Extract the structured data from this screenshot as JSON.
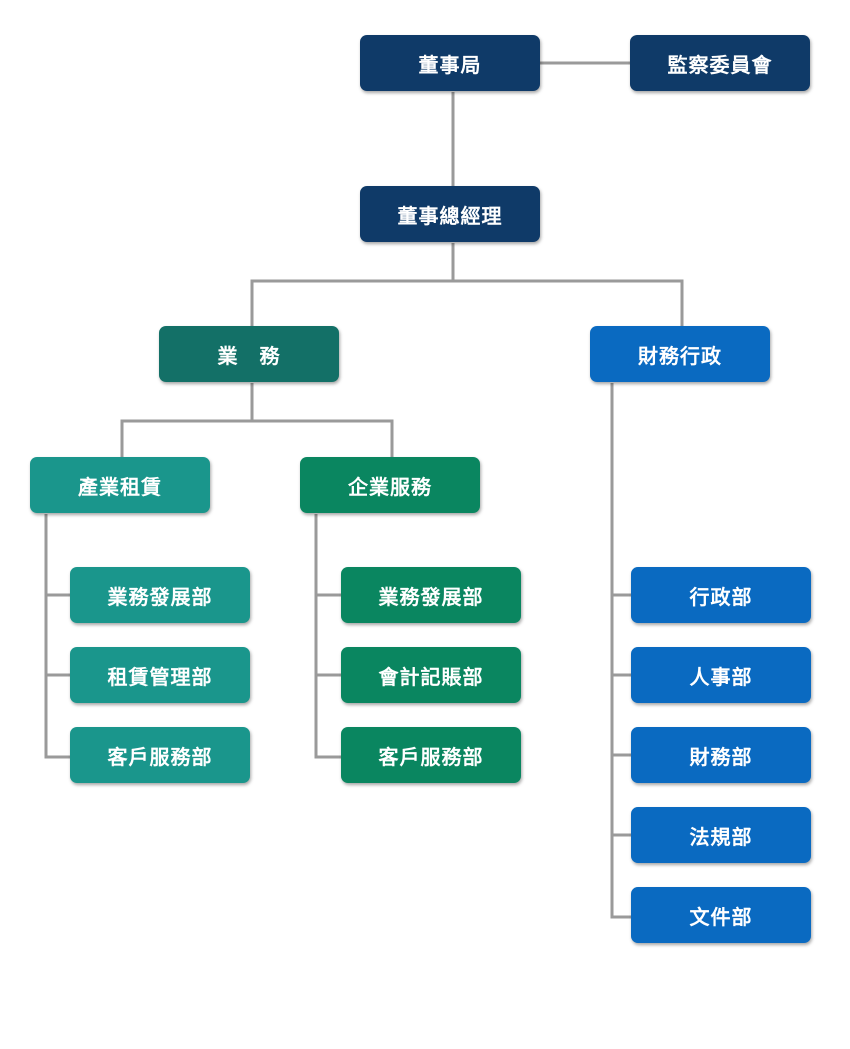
{
  "colors": {
    "navy": "#0f3a68",
    "dark_teal": "#137067",
    "teal": "#1a968c",
    "green": "#0a8660",
    "blue": "#0a6ac1",
    "connector": "#9a9a9a"
  },
  "nodes": {
    "board": "董事局",
    "supervisory": "監察委員會",
    "gm": "董事總經理",
    "business": "業　務",
    "finance_admin": "財務行政",
    "leasing": "產業租賃",
    "enterprise": "企業服務",
    "leasing_bizdev": "業務發展部",
    "leasing_mgmt": "租賃管理部",
    "leasing_cs": "客戶服務部",
    "ent_bizdev": "業務發展部",
    "ent_accounting": "會計記賬部",
    "ent_cs": "客戶服務部",
    "admin_dept": "行政部",
    "hr_dept": "人事部",
    "finance_dept": "財務部",
    "legal_dept": "法規部",
    "docs_dept": "文件部"
  }
}
